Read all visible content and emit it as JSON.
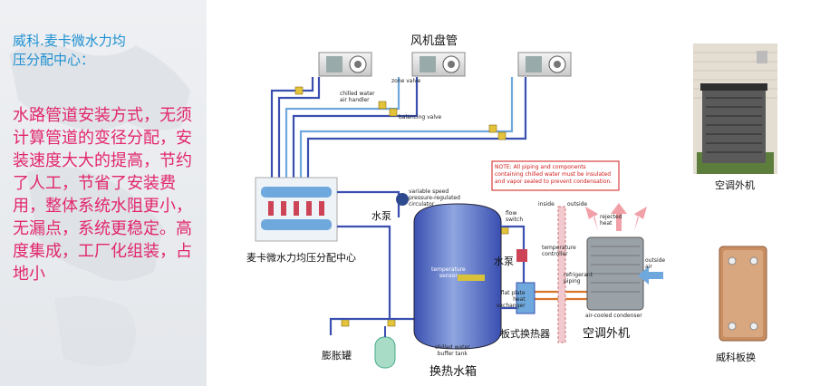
{
  "left": {
    "title_line1": "威科.麦卡微水力均",
    "title_line2": "压分配中心：",
    "description": "水路管道安装方式，无须计算管道的变径分配，安装速度大大的提高，节约了人工，节省了安装费用，整体系统水阻更小，无漏点，系统更稳定。高度集成，工厂化组装，占地小"
  },
  "diagram": {
    "fan_coil_title": "风机盘管",
    "chilled_water_air_handler": "chilled water\nair handler",
    "zone_valve": "zone valve",
    "balancing_valve": "balancing valve",
    "note": "NOTE: All piping and components\ncontaining chilled water must be insulated\nand vapor sealed to prevent condensation.",
    "pump_variable": "variable speed\npressure-regulated\ncirculator",
    "pump_label": "水泵",
    "pump_label_2": "水泵",
    "manifold_label": "麦卡微水力均压分配中心",
    "temperature_sensor": "temperature\nsensor",
    "tank_caption": "chilled water\nbuffer tank",
    "tank_label": "换热水箱",
    "expansion_tank_label": "膨胀罐",
    "flow_switch": "flow\nswitch",
    "inside": "inside",
    "outside": "outside",
    "temperature_controller": "temperature\ncontroller",
    "rejected_heat": "rejected\nheat",
    "outside_air": "outside\nair",
    "refrigerant_piping": "refrigerant\npiping",
    "flat_plate_hx": "flat plate\nheat\nexchanger",
    "air_cooled_condenser": "air-cooled condenser",
    "plate_hx_label": "板式换热器",
    "outdoor_unit_label": "空调外机"
  },
  "photos": {
    "outdoor_unit_caption": "空调外机",
    "plate_hx_caption": "威科板换"
  },
  "colors": {
    "title_blue": "#1d8fd0",
    "desc_pink": "#e2266e",
    "pipe_blue": "#3a4fb0",
    "pipe_light": "#6fa8dc",
    "pipe_orange": "#d9742b",
    "note_red": "#d11a1a",
    "heat_pink": "#f2a0a8"
  }
}
